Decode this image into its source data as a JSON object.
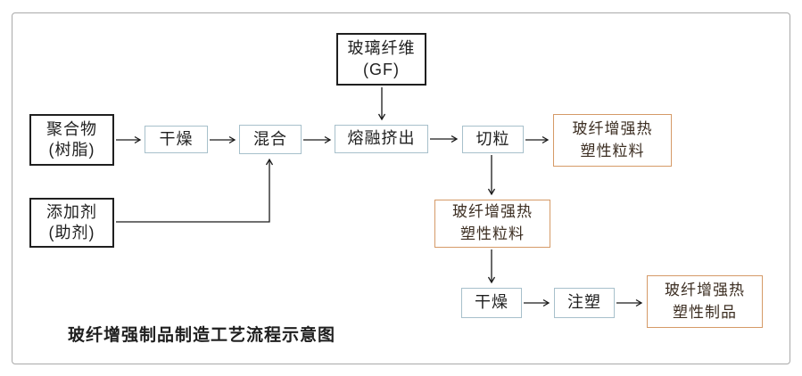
{
  "diagram": {
    "caption": "玻纤增强制品制造工艺流程示意图"
  },
  "colors": {
    "background": "#ffffff",
    "frame_border": "#a9a9a9",
    "material_box_border": "#1f1f1f",
    "process_box_border": "#a7c0cb",
    "product_box_border": "#d59a67",
    "text": "#1f1f1f",
    "product_text": "#3c2e22",
    "arrow": "#1a1a1a"
  },
  "nodes": {
    "glass_fiber": {
      "line1": "玻璃纤维",
      "line2": "(GF)"
    },
    "polymer": {
      "line1": "聚合物",
      "line2": "(树脂)"
    },
    "additive": {
      "line1": "添加剂",
      "line2": "(助剂)"
    },
    "dry1": {
      "label": "干燥"
    },
    "mix": {
      "label": "混合"
    },
    "extrude": {
      "label": "熔融挤出"
    },
    "cut": {
      "label": "切粒"
    },
    "pellets1": {
      "line1": "玻纤增强热",
      "line2": "塑性粒料"
    },
    "pellets2": {
      "line1": "玻纤增强热",
      "line2": "塑性粒料"
    },
    "dry2": {
      "label": "干燥"
    },
    "inject": {
      "label": "注塑"
    },
    "products": {
      "line1": "玻纤增强热",
      "line2": "塑性制品"
    }
  }
}
